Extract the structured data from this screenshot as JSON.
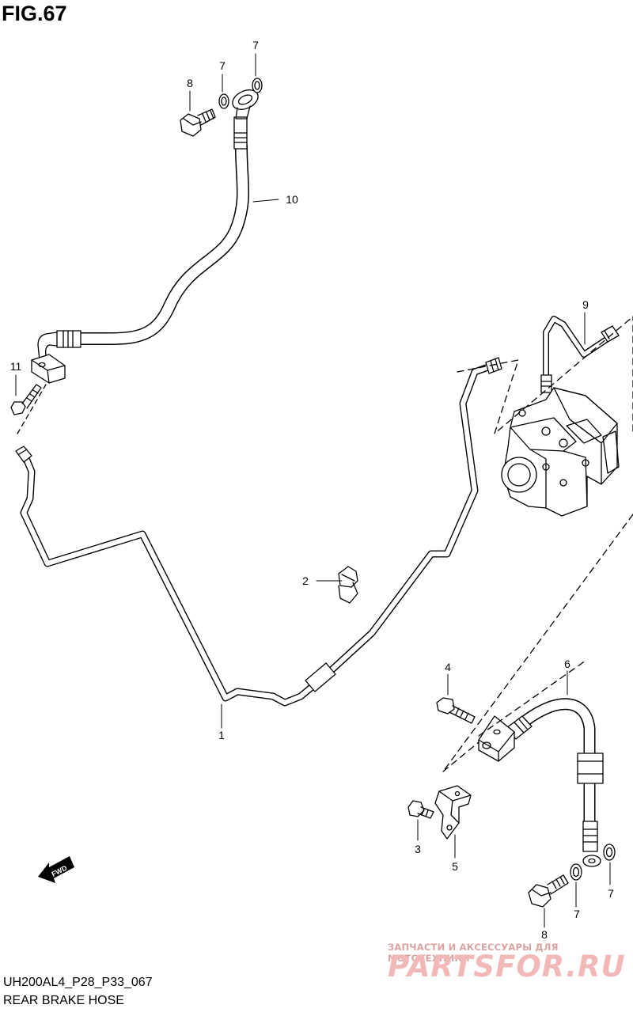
{
  "figure": {
    "title": "FIG.67",
    "code": "UH200AL4_P28_P33_067",
    "name": "REAR BRAKE HOSE"
  },
  "callouts": [
    {
      "id": "c8a",
      "label": "8"
    },
    {
      "id": "c7a",
      "label": "7"
    },
    {
      "id": "c7b",
      "label": "7"
    },
    {
      "id": "c10",
      "label": "10"
    },
    {
      "id": "c11",
      "label": "11"
    },
    {
      "id": "c9",
      "label": "9"
    },
    {
      "id": "c2",
      "label": "2"
    },
    {
      "id": "c1",
      "label": "1"
    },
    {
      "id": "c4",
      "label": "4"
    },
    {
      "id": "c6",
      "label": "6"
    },
    {
      "id": "c3",
      "label": "3"
    },
    {
      "id": "c5",
      "label": "5"
    },
    {
      "id": "c8b",
      "label": "8"
    },
    {
      "id": "c7c",
      "label": "7"
    },
    {
      "id": "c7d",
      "label": "7"
    }
  ],
  "fwd_marker": {
    "label": "FWD",
    "icon": "fwd-arrow-icon"
  },
  "watermark": {
    "line1": "ЗАПЧАСТИ И АКСЕССУАРЫ ДЛЯ МОТОТЕХНИКИ",
    "line2": "PARTSFOR.RU",
    "color": "#f2b8b8"
  }
}
